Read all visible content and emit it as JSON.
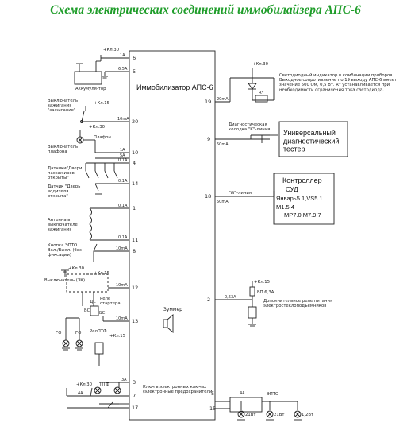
{
  "title": "Схема электрических соединений иммобилайзера АПС-6",
  "unit_label": "Иммобилизатор АПС-6",
  "sounder_label": "Зуммер",
  "pin_numbers": {
    "p6": "6",
    "p5": "5",
    "p20": "20",
    "p10": "10",
    "p4": "4",
    "p14": "14",
    "p1": "1",
    "p11": "11",
    "p8": "8",
    "p12": "12",
    "p13": "13",
    "p3": "3",
    "p7": "7",
    "p17": "17",
    "p19": "19",
    "p9": "9",
    "p18": "18",
    "p2": "2",
    "p15": "15",
    "p5b": "5"
  },
  "current_labels": {
    "c1a": "1А",
    "c65a": "6,5А",
    "c10ma": "10mA",
    "c1a2": "1А",
    "c5a": "5А",
    "c01a": "0,1А",
    "c01a2": "0,1А",
    "c01a3": "0,1А",
    "c01a4": "0,1А",
    "c10ma2": "10mA",
    "c10ma3": "10mA",
    "c10ma4": "10mA",
    "c3a": "3A",
    "c20ma": "20mA",
    "c50ma": "50mA",
    "c50ma2": "50mA",
    "c063a": "0,63А",
    "c4a": "4А",
    "c4a2": "4А"
  },
  "left": {
    "kl30_top": "+Кл.30",
    "battery": "Аккумуля-тор",
    "ign_switch": "Выключатель зажигания \"зажигание\"",
    "kl15": "+Кл.15",
    "kl30_b": "+Кл.30",
    "ceiling": "Плафон",
    "ceiling_switch": "Выключатель плафона",
    "door_sensors": "Датчики\"Двери пассажиров открыты\"",
    "driver_door": "Датчик \"Дверь водителя открыта\"",
    "antenna": "Антенна в выключателе зажигания",
    "epto_button": "Кнопка ЭПТО Вкл./Выкл. (без фиксации)",
    "ign_switch2": "Выключатель (ЗК)",
    "kl30_c": "+Кл.30",
    "kl15_b": "+Кл.15",
    "starter_relay": "Реле стартера",
    "lamp_go": "ГО",
    "lamp_go2": "ГО",
    "kl30_d": "+Кл.30",
    "bs1": "БС",
    "bs2": "БС",
    "ds": "ДС",
    "relay_pt": "РелПТФ",
    "kl15_c": "+Кл.15",
    "kl30_e": "+Кл.30",
    "pt_label": "ПТФ",
    "key_label": "Ключ в электронных ключах (электронные предохранители)"
  },
  "right": {
    "kl30": "+Кл.30",
    "led_desc": "Светодиодный индикатор в комбинации приборов. Выходное сопротивление по 19 выходу АПС-6 имеет значение 500 Ом, 0,5 Вт. R* устанавливается при необходимости ограничения тока светодиода.",
    "resistor": "R*",
    "diag_label": "Диагностическая колодка \"К\"-линия",
    "tester": "Универсальный диагностический тестер",
    "w_line": "\"W\"-линия",
    "controller_line1": "Контроллер",
    "controller_line2": "СУД",
    "controller_line3": "Январь5.1,VS5.1",
    "controller_line4": "М1.5.4",
    "controller_line5": "МР7.0,М7.9.7",
    "kl15": "+Кл.15",
    "fuse": "ВП 6,3А",
    "relay_desc": "Дополнительное реле питания электростеклоподъёмников",
    "epto": "ЭПТО",
    "l21a": "21Вт",
    "l21b": "21Вт",
    "l12": "1,2Вт"
  },
  "icons": [
    "battery-icon",
    "lamp-icon",
    "switch-icon",
    "speaker-icon",
    "led-icon",
    "relay-icon",
    "ground-icon",
    "fuse-icon"
  ]
}
